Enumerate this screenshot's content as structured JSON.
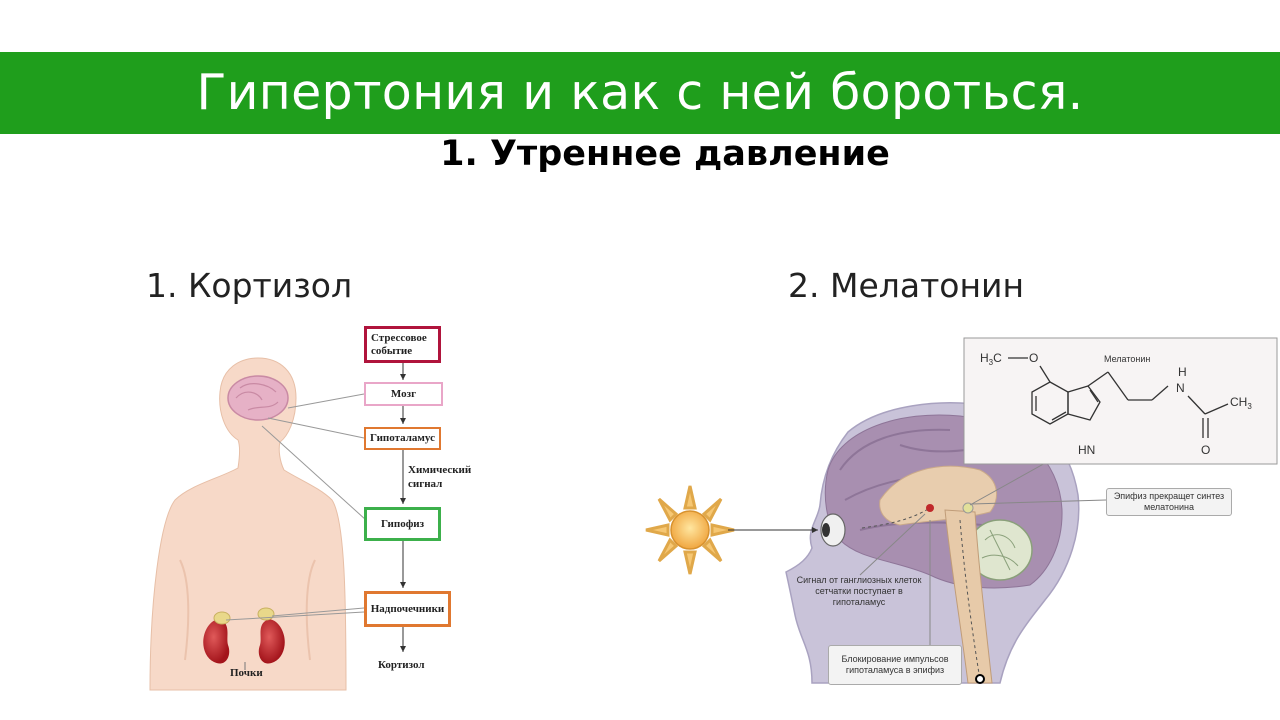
{
  "slide": {
    "title": "Гипертония и как с ней бороться.",
    "subtitle": "1. Утреннее давление",
    "section_left": "1. Кортизол",
    "section_right": "2. Мелатонин",
    "brand_color": "#1f9e1c"
  },
  "cortisol": {
    "flow": {
      "stress": "Стрессовое событие",
      "brain": "Мозг",
      "hypothalamus": "Гипоталамус",
      "signal": "Химический сигнал",
      "pituitary": "Гипофиз",
      "adrenals": "Надпочечники",
      "cortisol": "Кортизол"
    },
    "kidneys_label": "Почки"
  },
  "melatonin": {
    "molecule_name": "Мелатонин",
    "formula": {
      "methyl_h": "H",
      "methyl_3": "3",
      "methyl_c": "C",
      "oxygen_ether": "O",
      "nh_n": "N",
      "nh_h": "H",
      "hn": "HN",
      "carbonyl_o": "O",
      "ch3_c": "CH",
      "ch3_3": "3"
    },
    "epiphysis_caption": "Эпифиз прекращет синтез мелатонина",
    "retina_caption": "Сигнал от ганглиозных клеток сетчатки поступает в гипоталамус",
    "block_caption": "Блокирование импульсов гипоталамуса в эпифиз"
  }
}
